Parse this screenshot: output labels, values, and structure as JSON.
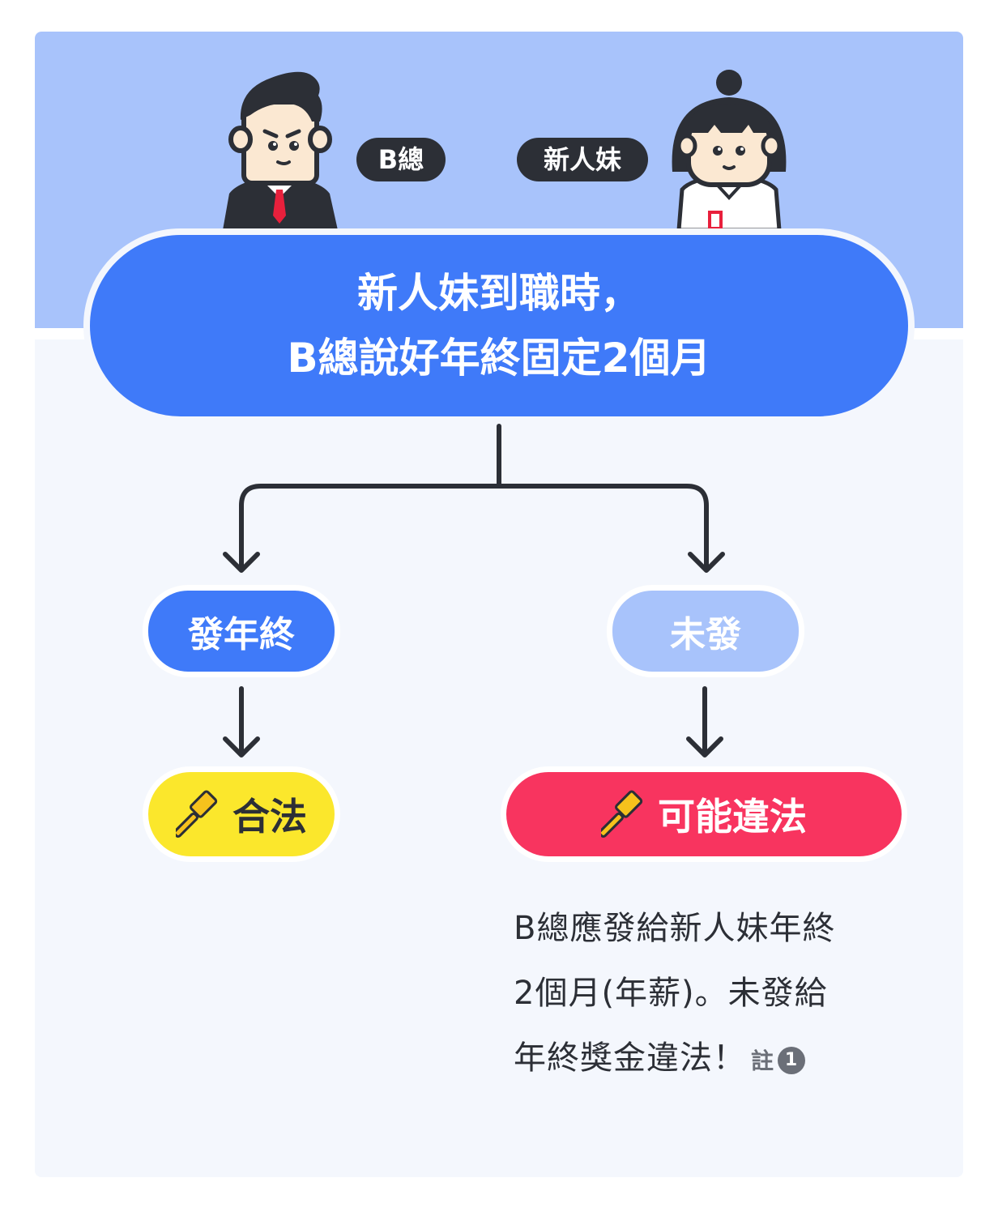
{
  "characters": {
    "boss_label": "B總",
    "girl_label": "新人妹"
  },
  "main": {
    "line1": "新人妹到職時，",
    "line2": "B總說好年終固定2個月"
  },
  "branches": {
    "pay": "發年終",
    "nopay": "未發",
    "legal": "合法",
    "illegal": "可能違法"
  },
  "note": {
    "line1": "B總應發給新人妹年終",
    "line2": "2個月(年薪)。未發給",
    "line3": "年終獎金違法！",
    "ref_label": "註",
    "ref_number": "1"
  },
  "colors": {
    "blue": "#3f7af9",
    "light_blue": "#a8c3fb",
    "yellow": "#fbe72c",
    "red": "#f8345f",
    "dark": "#2c2f36"
  },
  "icons": [
    "gavel-icon"
  ]
}
